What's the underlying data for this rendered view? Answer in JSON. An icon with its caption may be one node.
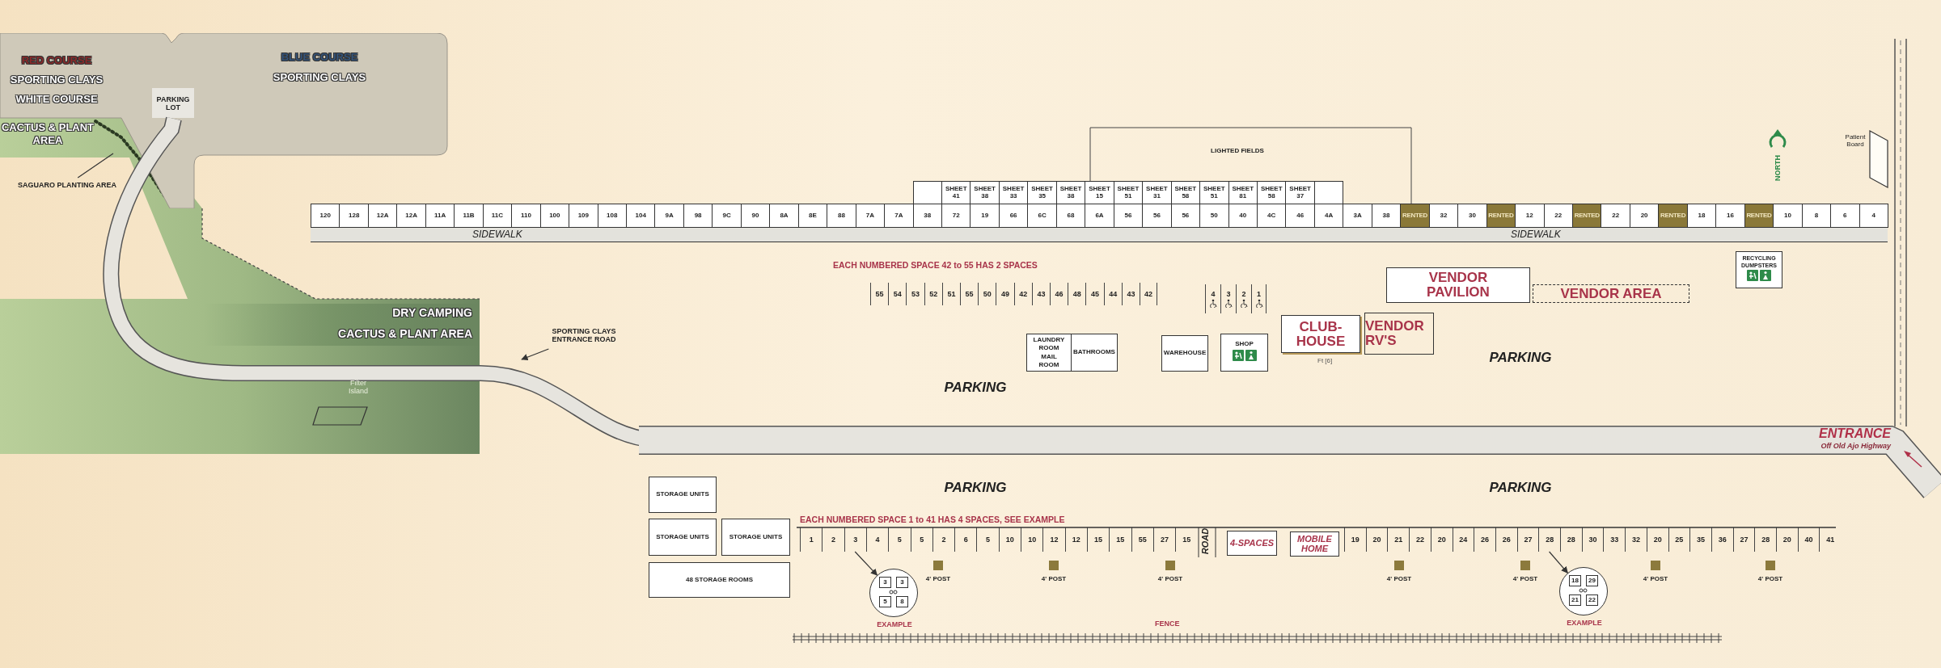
{
  "diagram": {
    "nodes": [
      {
        "text": [
          "RED COURSE",
          "SPORTING CLAYS",
          "WHITE COURSE",
          "BLUE COURSE",
          "SPORTING CLAYS"
        ]
      },
      {
        "text": [
          "PARKING LOT"
        ],
        "in": 0
      },
      {
        "text": [
          "DRY CAMPING",
          "CACTUS & PLANT AREA"
        ]
      },
      {
        "text": [
          "Filter Island"
        ]
      },
      {
        "text": [
          "SAGUARO PLANTING AREA"
        ]
      },
      {
        "text": [
          "SPORTING CLAYS ENTRANCE ROAD"
        ]
      },
      {
        "text": [],
        "shape": "box"
      },
      {
        "text": [
          "SHEET 41"
        ]
      },
      {
        "text": [
          "SHEET 38"
        ]
      },
      {
        "text": [
          "SHEET 33"
        ]
      },
      {
        "text": [
          "SHEET 35"
        ]
      },
      {
        "text": [
          "SHEET 38"
        ]
      },
      {
        "text": [
          "SHEET 15"
        ]
      },
      {
        "text": [
          "SHEET 51"
        ]
      },
      {
        "text": [
          "SHEET 31"
        ]
      },
      {
        "text": [
          "SHEET 58"
        ]
      },
      {
        "text": [
          "SHEET 51"
        ]
      },
      {
        "text": [
          "SHEET 81"
        ]
      },
      {
        "text": [
          "SHEET 58"
        ]
      },
      {
        "text": [
          "SHEET 37"
        ]
      },
      {
        "text": [],
        "shape": "box"
      },
      {
        "text": [
          "120"
        ]
      },
      {
        "text": [
          "128"
        ]
      },
      {
        "text": [
          "12A"
        ]
      },
      {
        "text": [
          "12A"
        ]
      },
      {
        "text": [
          "11A"
        ]
      },
      {
        "text": [
          "11B"
        ]
      },
      {
        "text": [
          "11C"
        ]
      },
      {
        "text": [
          "110"
        ]
      },
      {
        "text": [
          "100"
        ]
      },
      {
        "text": [
          "109"
        ]
      },
      {
        "text": [
          "108"
        ]
      },
      {
        "text": [
          "104"
        ]
      },
      {
        "text": [
          "9A"
        ]
      },
      {
        "text": [
          "98"
        ]
      },
      {
        "text": [
          "9C"
        ]
      },
      {
        "text": [
          "90"
        ]
      },
      {
        "text": [
          "8A"
        ]
      },
      {
        "text": [
          "8E"
        ]
      },
      {
        "text": [
          "88"
        ]
      },
      {
        "text": [
          "7A"
        ]
      },
      {
        "text": [
          "7A"
        ]
      },
      {
        "text": [
          "38"
        ]
      },
      {
        "text": [
          "72"
        ]
      },
      {
        "text": [
          "19"
        ]
      },
      {
        "text": [
          "66"
        ]
      },
      {
        "text": [
          "6C"
        ]
      },
      {
        "text": [
          "68"
        ]
      },
      {
        "text": [
          "6A"
        ]
      },
      {
        "text": [
          "56"
        ]
      },
      {
        "text": [
          "56"
        ]
      },
      {
        "text": [
          "56"
        ]
      },
      {
        "text": [
          "50"
        ]
      },
      {
        "text": [
          "40"
        ]
      },
      {
        "text": [
          "4C"
        ]
      },
      {
        "text": [
          "46"
        ]
      },
      {
        "text": [
          "4A"
        ]
      },
      {
        "text": [
          "3A"
        ]
      },
      {
        "text": [
          "38"
        ]
      },
      {
        "text": [
          "RENTED"
        ]
      },
      {
        "text": [
          "32"
        ]
      },
      {
        "text": [
          "30"
        ]
      },
      {
        "text": [
          "RENTED"
        ]
      },
      {
        "text": [
          "12"
        ]
      },
      {
        "text": [
          "22"
        ]
      },
      {
        "text": [
          "RENTED"
        ]
      },
      {
        "text": [
          "22"
        ]
      },
      {
        "text": [
          "20"
        ]
      },
      {
        "text": [
          "RENTED"
        ]
      },
      {
        "text": [
          "18"
        ]
      },
      {
        "text": [
          "16"
        ]
      },
      {
        "text": [
          "RENTED"
        ]
      },
      {
        "text": [
          "10"
        ]
      },
      {
        "text": [
          "8"
        ]
      },
      {
        "text": [
          "6"
        ]
      },
      {
        "text": [
          "4"
        ]
      },
      {
        "text": [
          "SIDEWALK",
          "SIDEWALK"
        ]
      },
      {
        "text": [
          "55"
        ]
      },
      {
        "text": [
          "54"
        ]
      },
      {
        "text": [
          "53"
        ]
      },
      {
        "text": [
          "52"
        ]
      },
      {
        "text": [
          "51"
        ]
      },
      {
        "text": [
          "55"
        ]
      },
      {
        "text": [
          "50"
        ]
      },
      {
        "text": [
          "49"
        ]
      },
      {
        "text": [
          "42"
        ]
      },
      {
        "text": [
          "43"
        ]
      },
      {
        "text": [
          "46"
        ]
      },
      {
        "text": [
          "48"
        ]
      },
      {
        "text": [
          "45"
        ]
      },
      {
        "text": [
          "44"
        ]
      },
      {
        "text": [
          "43"
        ]
      },
      {
        "text": [
          "42"
        ]
      },
      {
        "text": [
          "4"
        ]
      },
      {
        "text": [
          "3"
        ]
      },
      {
        "text": [
          "2"
        ]
      },
      {
        "text": [
          "1"
        ]
      },
      {
        "text": [
          "LAUNDRY ROOM MAIL ROOM"
        ]
      },
      {
        "text": [
          "BATHROOMS"
        ]
      },
      {
        "text": [
          "WAREHOUSE"
        ]
      },
      {
        "text": [
          "SHOP"
        ]
      },
      {
        "text": [
          "CLUB-HOUSE"
        ],
        "beside": [
          "Ft [6]"
        ]
      },
      {
        "text": [
          "VENDOR RV'S"
        ]
      },
      {
        "text": [
          "VENDOR PAVILION"
        ]
      },
      {
        "text": [
          "VENDOR AREA"
        ]
      },
      {
        "text": [
          "RECYCLING DUMPSTERS"
        ]
      },
      {
        "text": [
          "Patient Board"
        ]
      },
      {
        "text": [
          "STORAGE UNITS"
        ]
      },
      {
        "text": [
          "STORAGE UNITS"
        ]
      },
      {
        "text": [
          "STORAGE UNITS"
        ]
      },
      {
        "text": [
          "48 STORAGE ROOMS"
        ]
      },
      {
        "text": [
          "1"
        ]
      },
      {
        "text": [
          "2"
        ]
      },
      {
        "text": [
          "3"
        ]
      },
      {
        "text": [
          "4"
        ]
      },
      {
        "text": [
          "5"
        ]
      },
      {
        "text": [
          "5"
        ]
      },
      {
        "text": [
          "2"
        ]
      },
      {
        "text": [
          "6"
        ]
      },
      {
        "text": [
          "5"
        ]
      },
      {
        "text": [
          "10"
        ]
      },
      {
        "text": [
          "10"
        ]
      },
      {
        "text": [
          "12"
        ]
      },
      {
        "text": [
          "12"
        ]
      },
      {
        "text": [
          "15"
        ]
      },
      {
        "text": [
          "15"
        ]
      },
      {
        "text": [
          "55"
        ]
      },
      {
        "text": [
          "27"
        ]
      },
      {
        "text": [
          "15"
        ]
      },
      {
        "text": [
          "4-SPACES"
        ]
      },
      {
        "text": [
          "MOBILE HOME"
        ]
      },
      {
        "text": [
          "19"
        ]
      },
      {
        "text": [
          "20"
        ]
      },
      {
        "text": [
          "21"
        ]
      },
      {
        "text": [
          "22"
        ]
      },
      {
        "text": [
          "20"
        ]
      },
      {
        "text": [
          "24"
        ]
      },
      {
        "text": [
          "26"
        ]
      },
      {
        "text": [
          "26"
        ]
      },
      {
        "text": [
          "27"
        ]
      },
      {
        "text": [
          "28"
        ]
      },
      {
        "text": [
          "28"
        ]
      },
      {
        "text": [
          "30"
        ]
      },
      {
        "text": [
          "33"
        ]
      },
      {
        "text": [
          "32"
        ]
      },
      {
        "text": [
          "20"
        ]
      },
      {
        "text": [
          "25"
        ]
      },
      {
        "text": [
          "35"
        ]
      },
      {
        "text": [
          "36"
        ]
      },
      {
        "text": [
          "27"
        ]
      },
      {
        "text": [
          "28"
        ]
      },
      {
        "text": [
          "20"
        ]
      },
      {
        "text": [
          "40"
        ]
      },
      {
        "text": [
          "41"
        ]
      },
      {
        "text": [
          "3",
          "3",
          "5",
          "8"
        ],
        "beside": [
          "EXAMPLE"
        ]
      },
      {
        "text": [
          "18",
          "29",
          "21",
          "22"
        ],
        "beside": [
          "EXAMPLE"
        ]
      }
    ],
    "edges": [
      {
        "from": 4,
        "to": null,
        "arrow": "none"
      },
      {
        "from": 5,
        "to": null,
        "arrow": "to"
      },
      {
        "from": 113,
        "to": 154,
        "arrow": "to"
      },
      {
        "from": 140,
        "to": 155,
        "arrow": "to"
      }
    ],
    "labels": [
      "CACTUS & PLANT AREA",
      "NORTH",
      "LIGHTED FIELDS",
      "EACH NUMBERED SPACE 42 to 55 HAS 2 SPACES",
      "PARKING",
      "PARKING",
      "ENTRANCE",
      "Off Old Ajo Highway",
      "PARKING",
      "PARKING",
      "EACH NUMBERED SPACE 1 to 41 HAS 4 SPACES, SEE EXAMPLE",
      "ROAD",
      "4' POST",
      "4' POST",
      "4' POST",
      "4' POST",
      "4' POST",
      "4' POST",
      "4' POST",
      "FENCE"
    ]
  }
}
